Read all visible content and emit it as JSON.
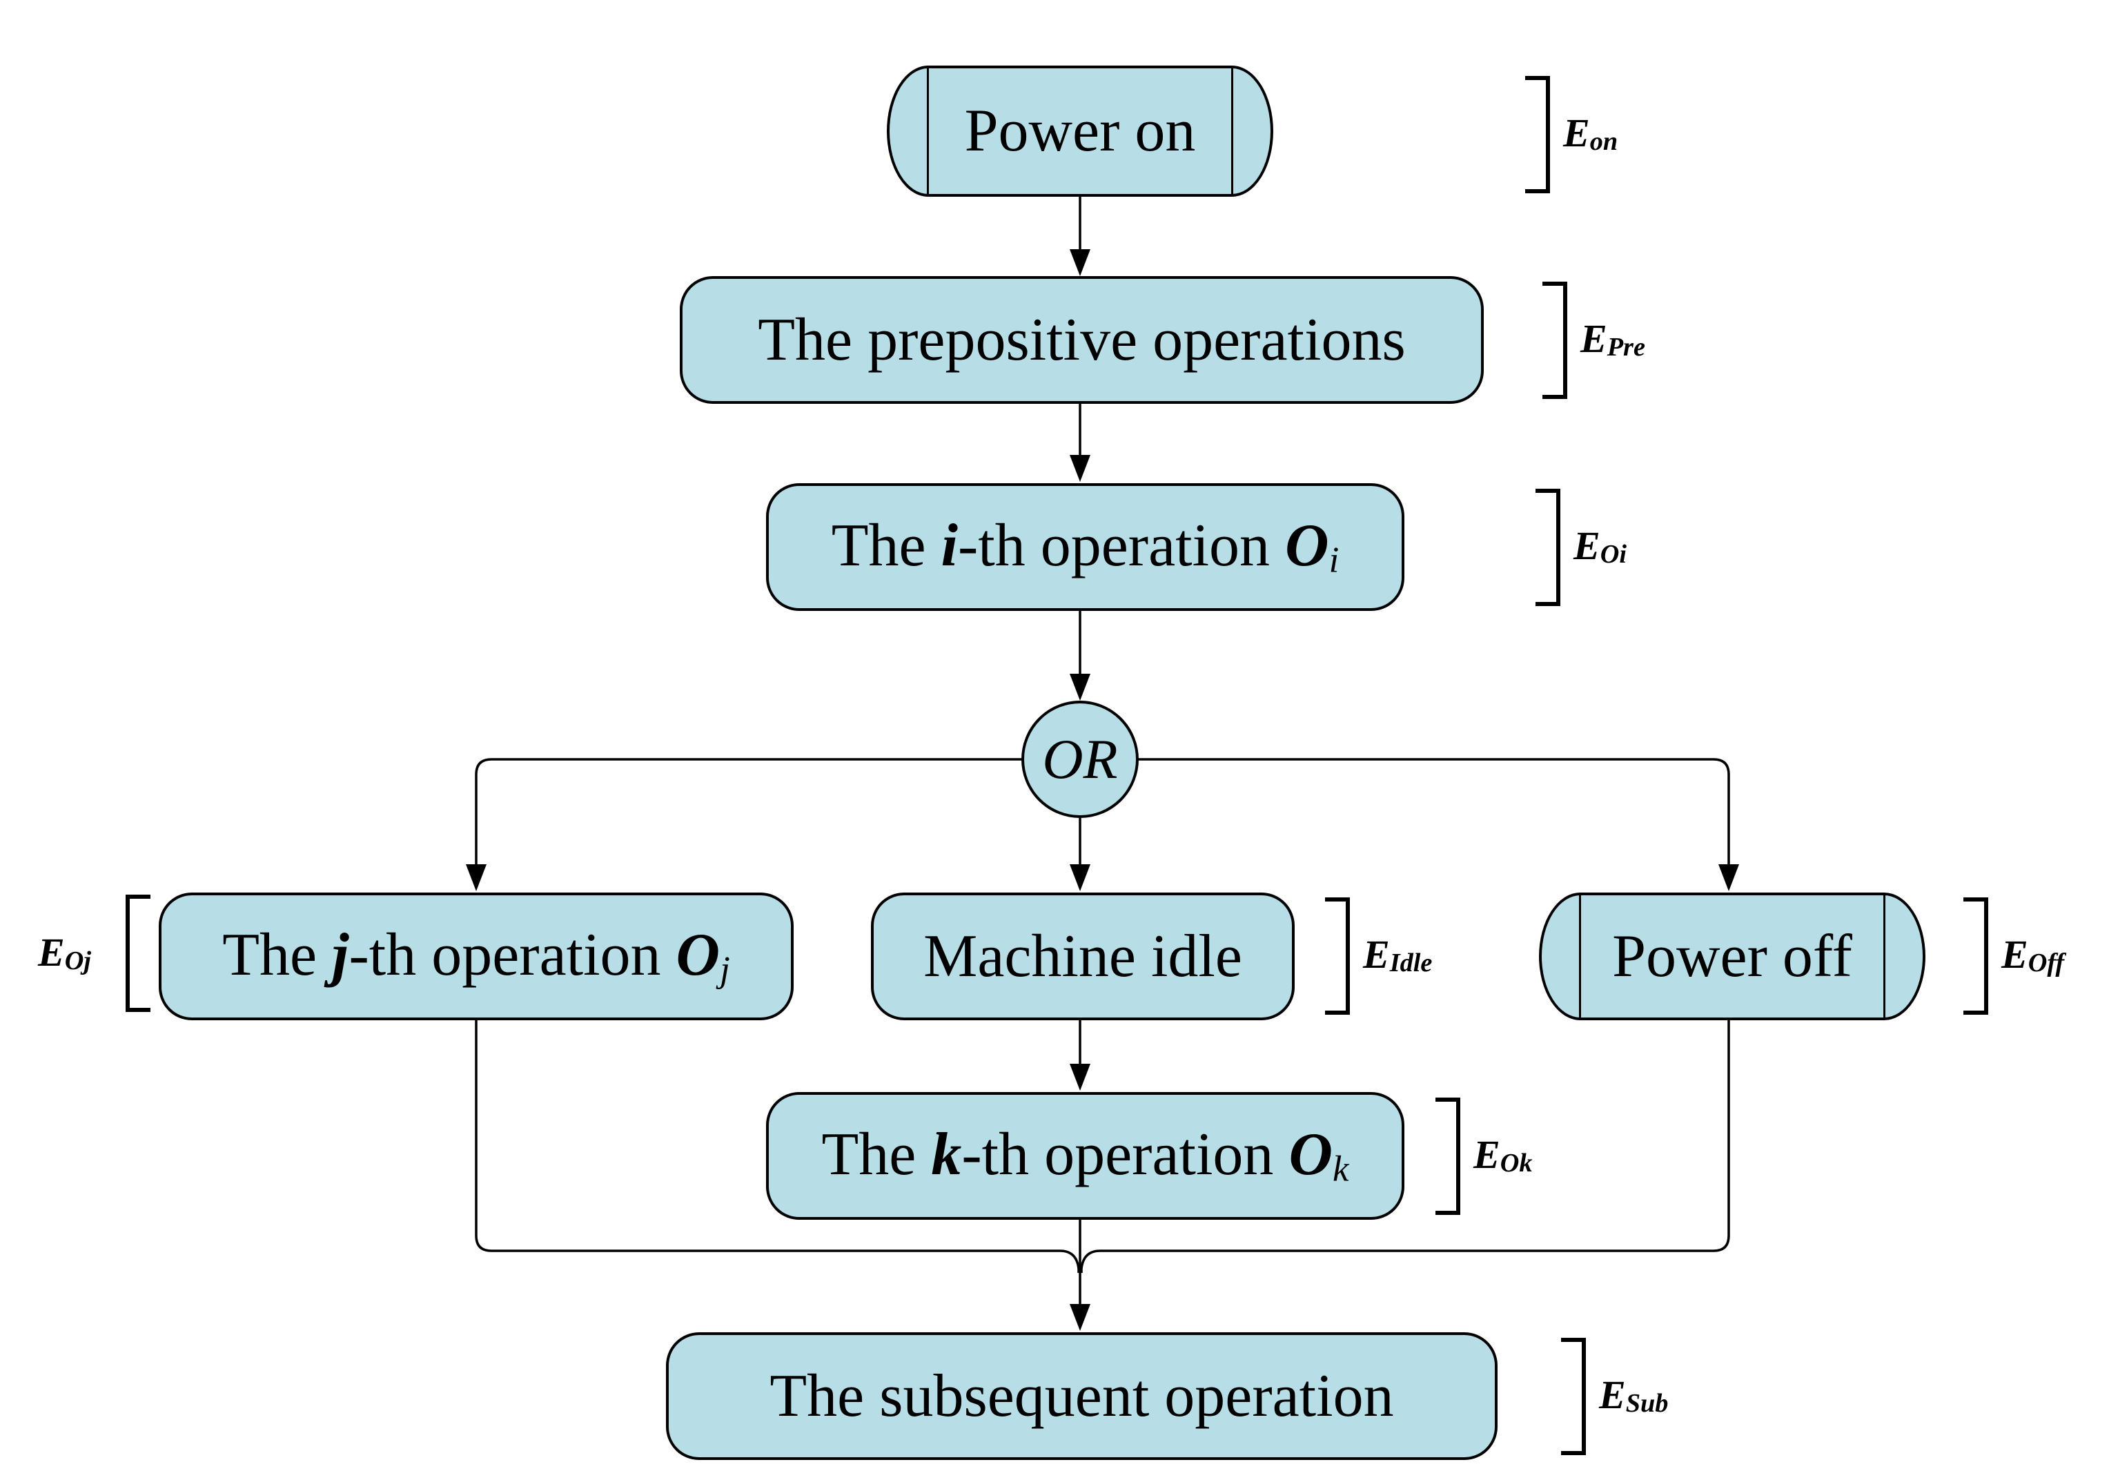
{
  "figure": {
    "node_fill": "#b7dde6",
    "line_color": "#000000",
    "background": "#ffffff"
  },
  "nodes": {
    "power_on": {
      "label": "Power on"
    },
    "prepositive": {
      "label": "The prepositive operations"
    },
    "op_i": {
      "pre": "The ",
      "v": "i",
      "mid": "-th operation ",
      "o": "O",
      "sub": "i"
    },
    "or_gate": {
      "label": "OR"
    },
    "op_j": {
      "pre": "The ",
      "v": "j",
      "mid": "-th operation ",
      "o": "O",
      "sub": "j"
    },
    "machine_idle": {
      "label": "Machine idle"
    },
    "power_off": {
      "label": "Power off"
    },
    "op_k": {
      "pre": "The ",
      "v": "k",
      "mid": "-th operation ",
      "o": "O",
      "sub": "k"
    },
    "subsequent": {
      "label": "The subsequent operation"
    }
  },
  "labels": {
    "on": {
      "base": "E",
      "sub": "on"
    },
    "pre": {
      "base": "E",
      "sub": "Pre"
    },
    "oi": {
      "base": "E",
      "sub": "Oi"
    },
    "oj": {
      "base": "E",
      "sub": "Oj"
    },
    "idle": {
      "base": "E",
      "sub": "Idle"
    },
    "off": {
      "base": "E",
      "sub": "Off"
    },
    "ok": {
      "base": "E",
      "sub": "Ok"
    },
    "sub": {
      "base": "E",
      "sub": "Sub"
    }
  }
}
